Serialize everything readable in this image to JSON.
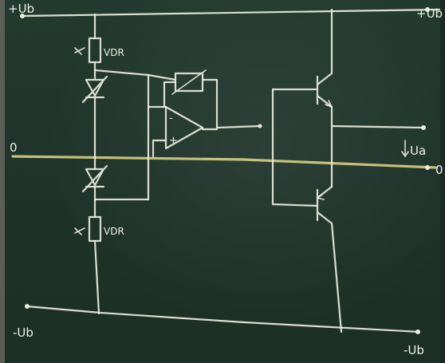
{
  "labels": {
    "pos_supply_left": "+Ub",
    "pos_supply_right": "+Ub",
    "neg_supply_left": "-Ub",
    "neg_supply_right": "-Ub",
    "ground_left": "0",
    "ground_right": "0",
    "output_voltage": "Ua",
    "vdr_top": "VDR",
    "vdr_bottom": "VDR",
    "op_minus": "-",
    "op_plus": "+"
  },
  "colors": {
    "board": "#1f342b",
    "chalk": "#e9ecdf",
    "ground_line": "#d9cf84"
  }
}
